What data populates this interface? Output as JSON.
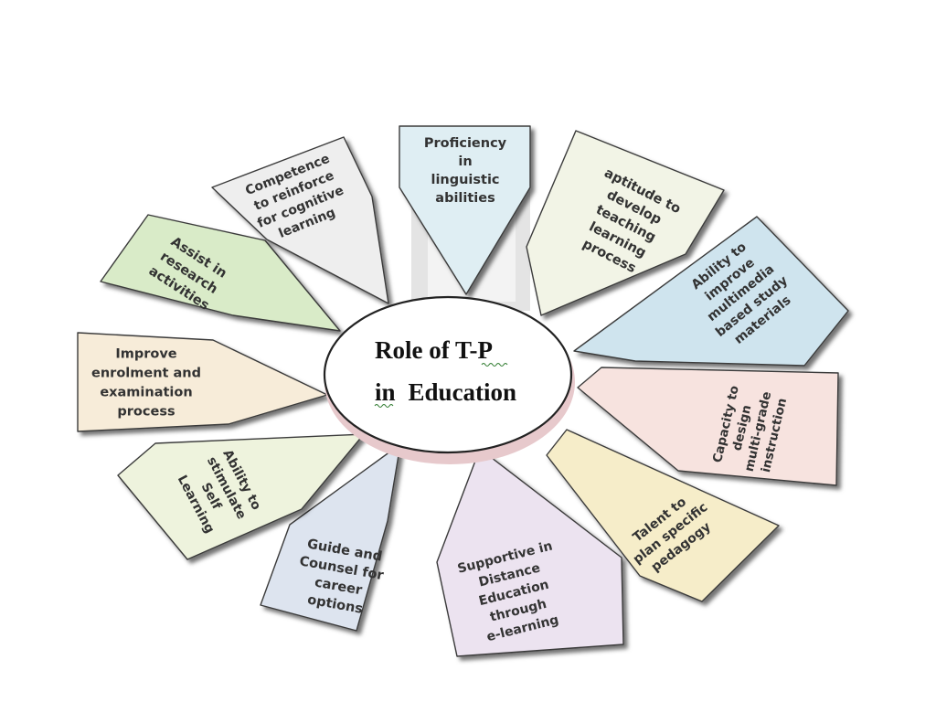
{
  "diagram": {
    "center": {
      "line1": "Role of T-P",
      "line2_a": "in",
      "line2_b": "Education"
    },
    "cards": [
      {
        "id": "proficiency",
        "lines": [
          "Proficiency",
          "in",
          "linguistic",
          "abilities"
        ],
        "tint": "#dfeef3"
      },
      {
        "id": "aptitude",
        "lines": [
          "aptitude to",
          "develop",
          "teaching",
          "learning",
          "process"
        ],
        "tint": "#f2f4e6"
      },
      {
        "id": "multimedia",
        "lines": [
          "Ability to",
          "improve",
          "multimedia",
          "based study",
          "materials"
        ],
        "tint": "#cfe4ee"
      },
      {
        "id": "multigrade",
        "lines": [
          "Capacity to",
          "design",
          "multi-grade",
          "instruction"
        ],
        "tint": "#f7e3df"
      },
      {
        "id": "pedagogy",
        "lines": [
          "Talent to",
          "plan specific",
          "pedagogy"
        ],
        "tint": "#f6edc9"
      },
      {
        "id": "distance",
        "lines": [
          "Supportive in",
          "Distance",
          "Education",
          "through",
          "e-learning"
        ],
        "tint": "#ece3f0"
      },
      {
        "id": "counsel",
        "lines": [
          "Guide and",
          "Counsel for",
          "career",
          "options"
        ],
        "tint": "#dde4ef"
      },
      {
        "id": "self-learning",
        "lines": [
          "Ability to",
          "stimulate",
          "Self",
          "Learning"
        ],
        "tint": "#eef3dd"
      },
      {
        "id": "enrolment",
        "lines": [
          "Improve",
          "enrolment and",
          "examination",
          "process"
        ],
        "tint": "#f7ecd9"
      },
      {
        "id": "research",
        "lines": [
          "Assist in",
          "research",
          "activities"
        ],
        "tint": "#d9ebc8"
      },
      {
        "id": "competence",
        "lines": [
          "Competence",
          "to reinforce",
          "for cognitive",
          "learning"
        ],
        "tint": "#eeeeee"
      }
    ]
  }
}
